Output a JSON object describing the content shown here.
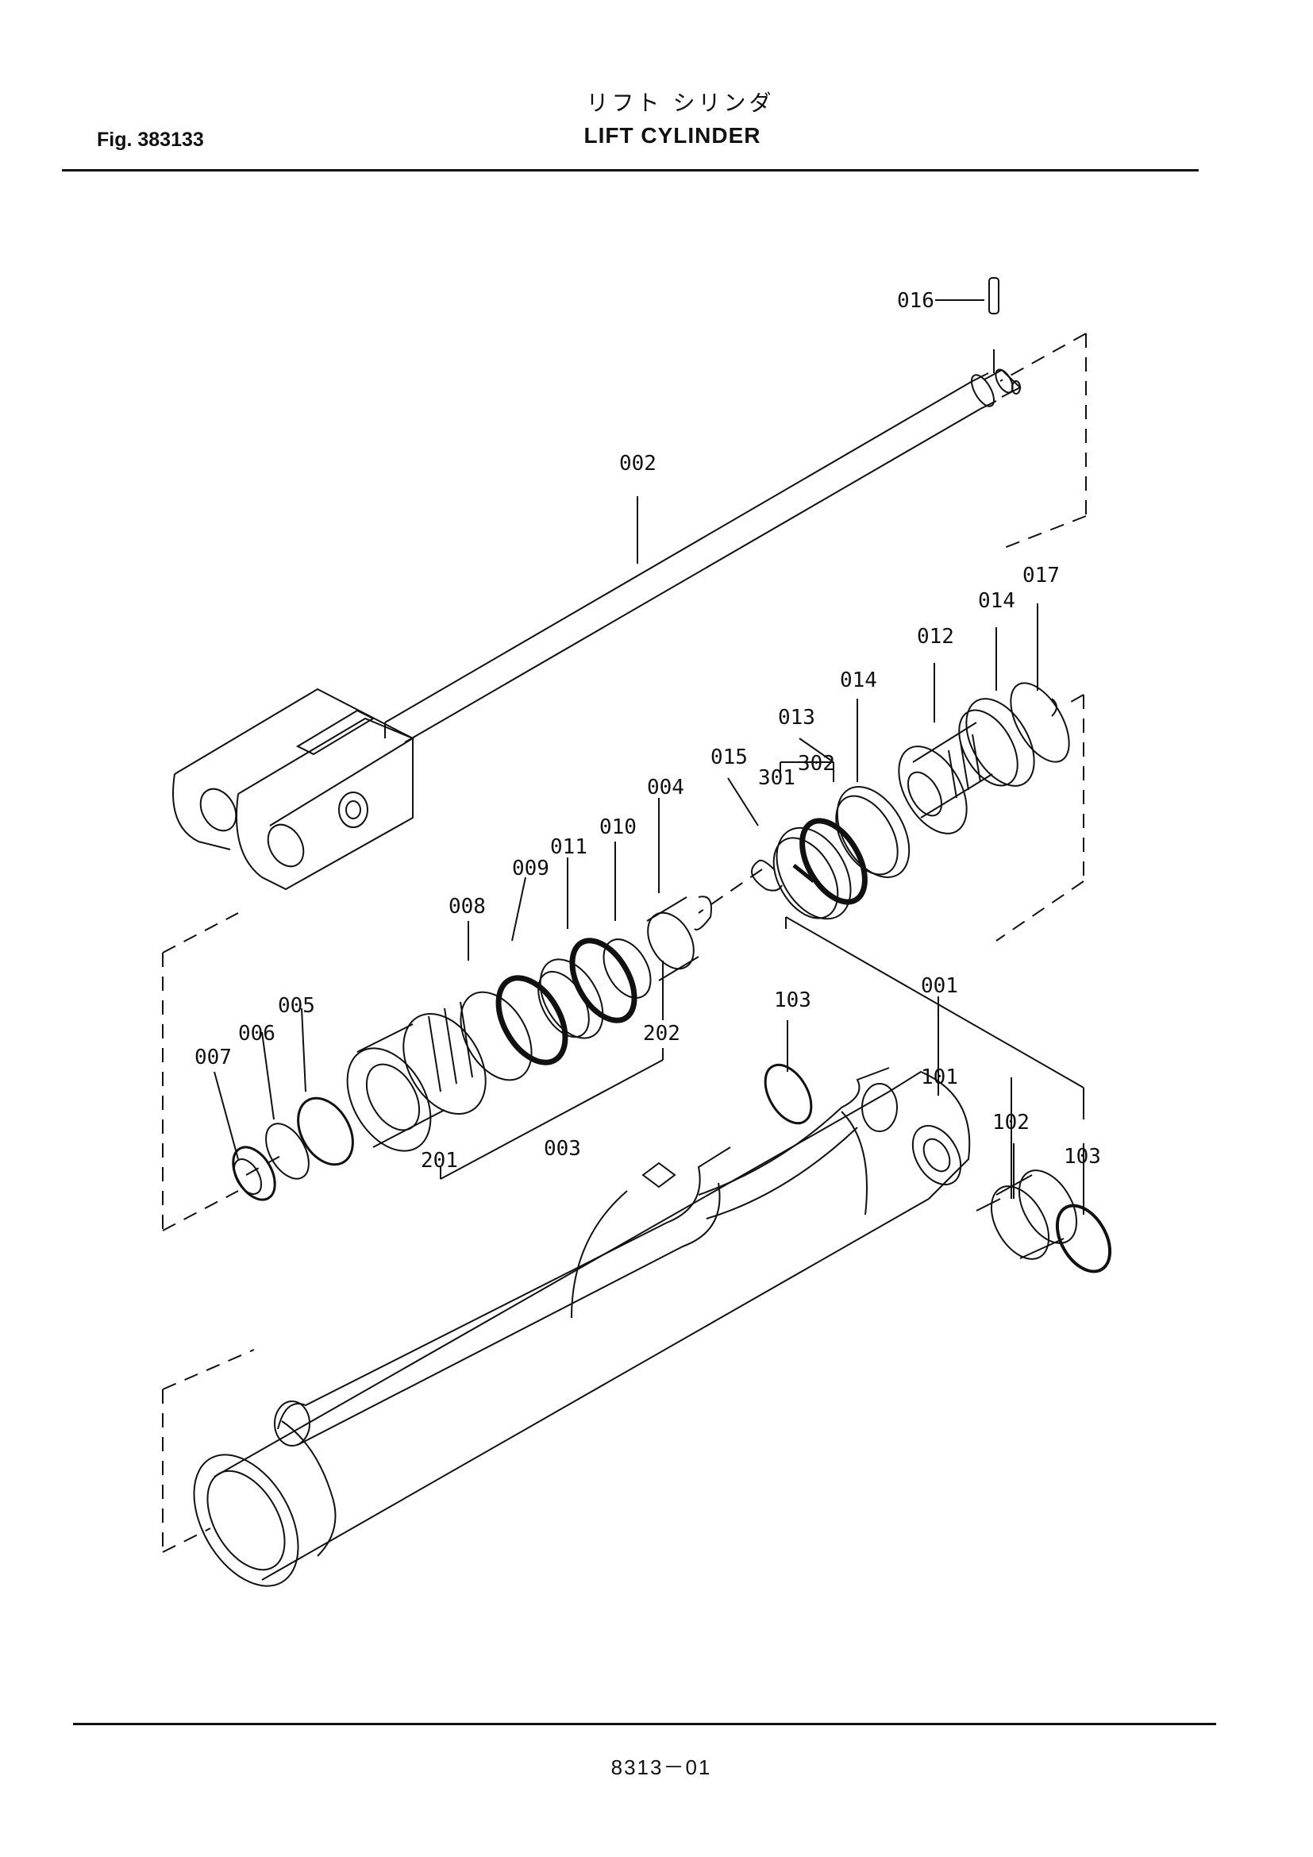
{
  "header": {
    "fig_label": "Fig. 383133",
    "title_jp": "リフト シリンダ",
    "title_en": "LIFT CYLINDER"
  },
  "footer": {
    "page_number": "8313－01"
  },
  "callouts": {
    "p001": "001",
    "p002": "002",
    "p003": "003",
    "p004": "004",
    "p005": "005",
    "p006": "006",
    "p007": "007",
    "p008": "008",
    "p009": "009",
    "p010": "010",
    "p011": "011",
    "p012": "012",
    "p013": "013",
    "p014a": "014",
    "p014b": "014",
    "p015": "015",
    "p016": "016",
    "p017": "017",
    "p101": "101",
    "p102": "102",
    "p103a": "103",
    "p103b": "103",
    "p201": "201",
    "p202": "202",
    "p301": "301",
    "p302": "302"
  }
}
